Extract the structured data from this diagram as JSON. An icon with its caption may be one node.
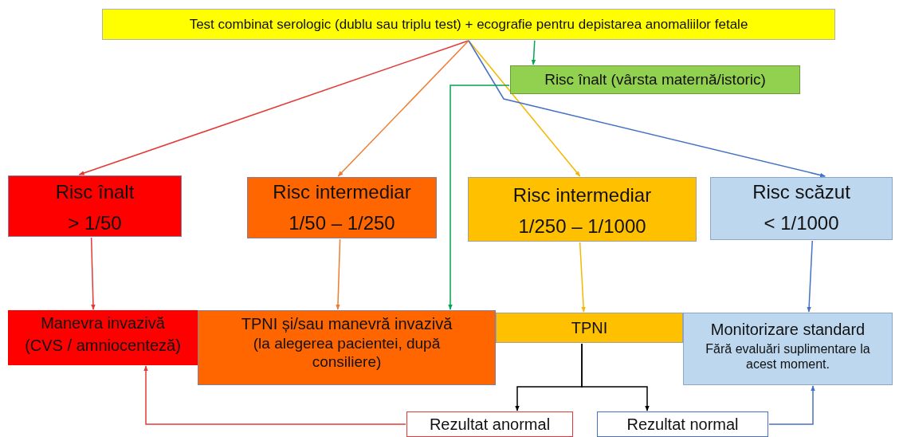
{
  "diagram": {
    "nodes": [
      {
        "text": [
          "Test combinat serologic (dublu sau triplu test) + ecografie pentru depistarea anomaliilor fetale"
        ]
      },
      {
        "text": [
          "Risc înalt (vârsta maternă/istoric)"
        ]
      },
      {
        "text": [
          "Risc înalt",
          "> 1/50"
        ]
      },
      {
        "text": [
          "Risc intermediar",
          "1/50 – 1/250"
        ]
      },
      {
        "text": [
          "Risc intermediar",
          "1/250 – 1/1000"
        ]
      },
      {
        "text": [
          "Risc scăzut",
          "< 1/1000"
        ]
      },
      {
        "text": [
          "Manevra invazivă",
          "(CVS / amniocenteză)"
        ]
      },
      {
        "text": [
          "TPNI și/sau  manevră invazivă",
          "(la alegerea pacientei, după consiliere)"
        ]
      },
      {
        "text": [
          "TPNI"
        ]
      },
      {
        "text": [
          "Monitorizare standard",
          "Fără evaluări suplimentare la acest moment."
        ]
      },
      {
        "text": [
          "Rezultat anormal"
        ]
      },
      {
        "text": [
          "Rezultat normal"
        ]
      }
    ],
    "edges": [
      {
        "from": 0,
        "to": 2,
        "arrow": "to",
        "color": "#e53935"
      },
      {
        "from": 0,
        "to": 3,
        "arrow": "to",
        "color": "#ed7d31"
      },
      {
        "from": 0,
        "to": 4,
        "arrow": "to",
        "color": "#f5b700"
      },
      {
        "from": 0,
        "to": 5,
        "arrow": "to",
        "color": "#4472c4"
      },
      {
        "from": 0,
        "to": 1,
        "arrow": "to",
        "color": "#00a651"
      },
      {
        "from": 1,
        "to": 7,
        "arrow": "to",
        "color": "#00a651"
      },
      {
        "from": 2,
        "to": 6,
        "arrow": "to",
        "color": "#e53935"
      },
      {
        "from": 3,
        "to": 7,
        "arrow": "to",
        "color": "#ed7d31"
      },
      {
        "from": 4,
        "to": 8,
        "arrow": "to",
        "color": "#f5b700"
      },
      {
        "from": 5,
        "to": 9,
        "arrow": "to",
        "color": "#4472c4"
      },
      {
        "from": 8,
        "to": 10,
        "arrow": "to",
        "color": "#000000"
      },
      {
        "from": 8,
        "to": 11,
        "arrow": "to",
        "color": "#000000"
      },
      {
        "from": 10,
        "to": 6,
        "arrow": "to",
        "color": "#e53935"
      },
      {
        "from": 11,
        "to": 9,
        "arrow": "to",
        "color": "#4472c4"
      }
    ]
  }
}
